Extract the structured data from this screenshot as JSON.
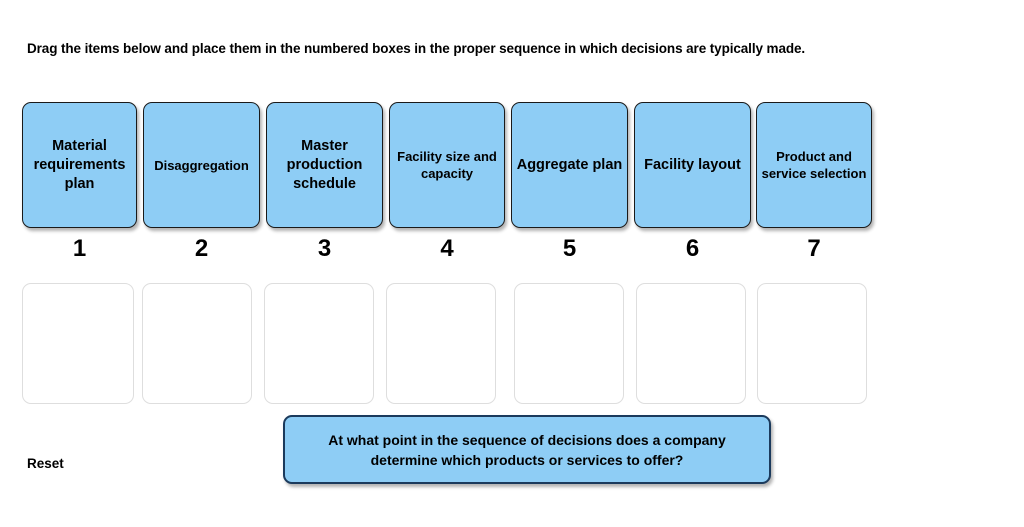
{
  "instruction": "Drag the items below and place them in the numbered boxes in the proper sequence in which decisions are typically made.",
  "items": [
    {
      "label": "Material requirements plan",
      "size": "normal"
    },
    {
      "label": "Disaggregation",
      "size": "medium"
    },
    {
      "label": "Master production schedule",
      "size": "normal"
    },
    {
      "label": "Facility size and capacity",
      "size": "medium"
    },
    {
      "label": "Aggregate plan",
      "size": "normal"
    },
    {
      "label": "Facility layout",
      "size": "normal"
    },
    {
      "label": "Product and service selection",
      "size": "medium"
    }
  ],
  "slot_numbers": [
    "1",
    "2",
    "3",
    "4",
    "5",
    "6",
    "7"
  ],
  "drop_zones": [
    "",
    "",
    "",
    "",
    "",
    "",
    ""
  ],
  "question": "At what point in the sequence of decisions does a company determine which products or services to offer?",
  "reset_label": "Reset",
  "colors": {
    "item_fill": "#8ecdf5",
    "item_border": "#1a1a1a",
    "question_border": "#1b3a5c",
    "dropzone_border": "#dedede",
    "background": "#ffffff",
    "text": "#000000"
  }
}
